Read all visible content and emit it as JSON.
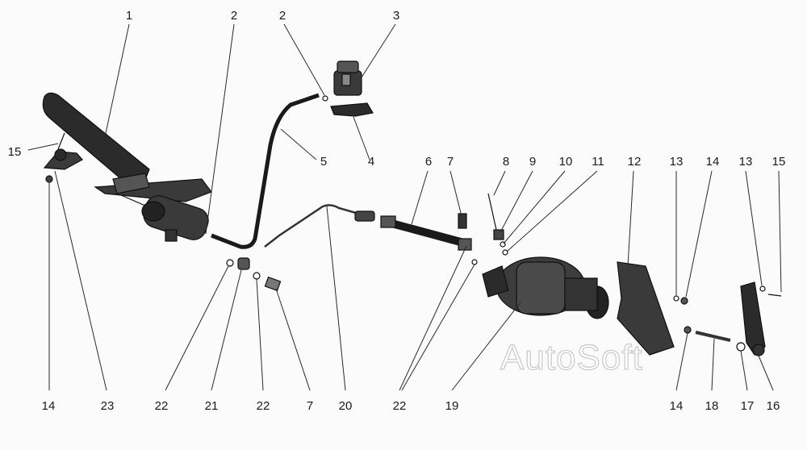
{
  "watermark": "AutoSoft",
  "callouts": {
    "top": [
      "1",
      "2",
      "2",
      "3"
    ],
    "mid_upper": [
      "15",
      "5",
      "4"
    ],
    "right_upper": [
      "6",
      "7",
      "8",
      "9",
      "10",
      "11",
      "12",
      "13",
      "14",
      "13",
      "15"
    ],
    "bottom": [
      "14",
      "23",
      "22",
      "21",
      "22",
      "7",
      "20",
      "22",
      "19",
      "14",
      "18",
      "17",
      "16"
    ]
  },
  "colors": {
    "ink": "#1a1a1a",
    "part_dark": "#2b2b2b",
    "part_mid": "#4a4a4a",
    "watermark_stroke": "#c9c9c9"
  }
}
